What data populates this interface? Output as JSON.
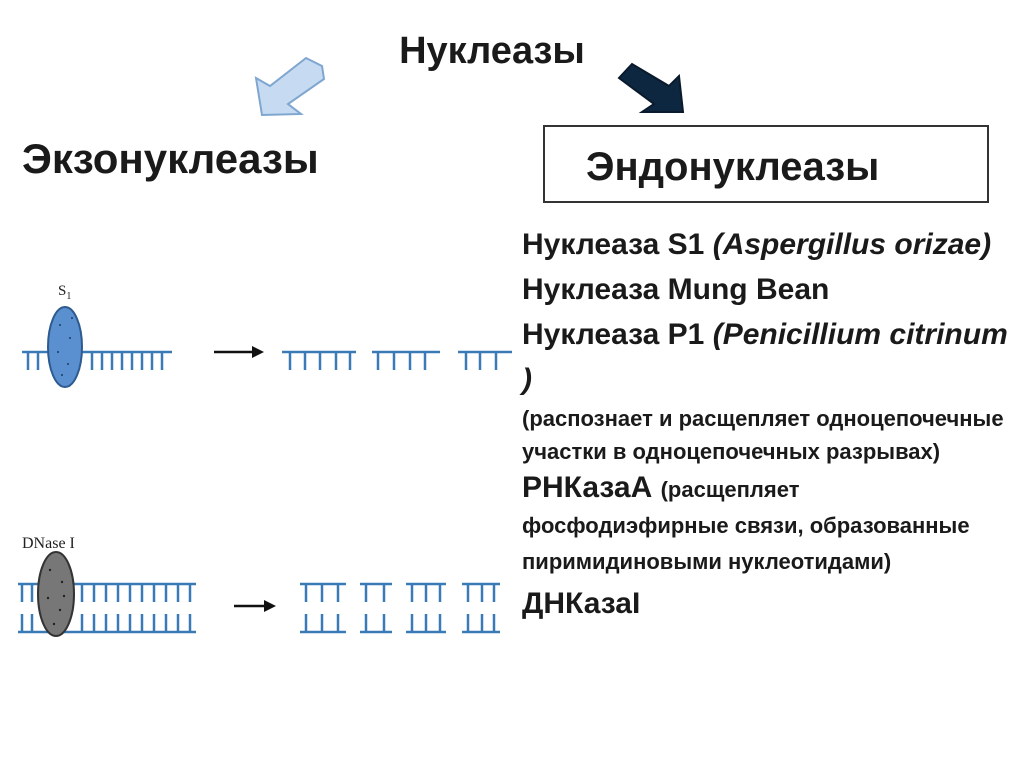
{
  "title": "Нуклеазы",
  "left_heading": "Экзонуклеазы",
  "right_heading": "Эндонуклеазы",
  "diagram": {
    "enzyme1_label": "S",
    "enzyme1_subscript": "1",
    "enzyme2_label": "DNase I"
  },
  "endonucleases": [
    {
      "name": "Нуклеаза S1 ",
      "source": "(Aspergillus orizae)"
    },
    {
      "name": "Нуклеаза Mung Bean"
    },
    {
      "name": "Нуклеаза P1 ",
      "source": "(Penicillium citrinum )",
      "note": "(распознает и расщепляет одноцепочечные участки в одноцепочечных разрывах)"
    },
    {
      "name": "РНКазаА ",
      "note": "(расщепляет фосфодиэфирные связи, образованные пиримидиновыми нуклеотидами)"
    },
    {
      "name": "ДНКазаI"
    }
  ],
  "colors": {
    "dna_strand": "#3a7ab7",
    "enzyme_s1_fill": "#5a8fd0",
    "enzyme_dnase_fill": "#777777",
    "arrow_light": "#c6dbf2",
    "arrow_dark": "#0e2740"
  }
}
